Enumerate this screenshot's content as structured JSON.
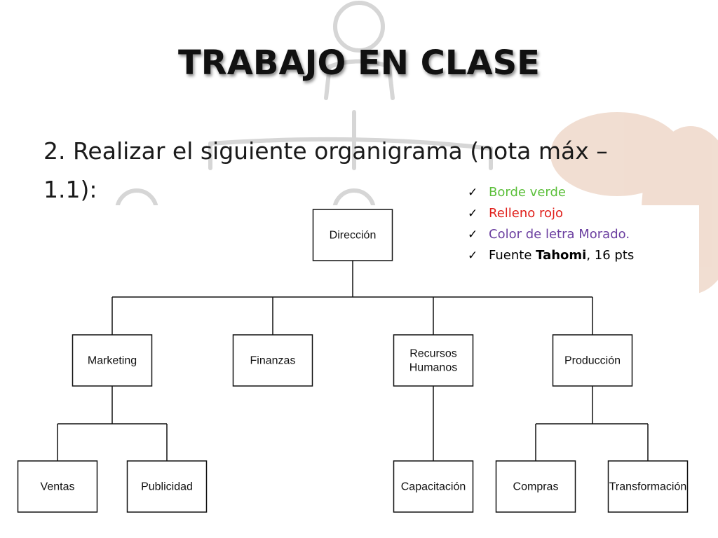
{
  "slide": {
    "title": "TRABAJO EN CLASE",
    "instruction_line1": "2. Realizar el siguiente organigrama (nota máx –",
    "instruction_line2": "1.1):"
  },
  "requirements": [
    {
      "text": "Borde verde",
      "color": "#5bbf3a"
    },
    {
      "text": "Relleno rojo",
      "color": "#e0201b"
    },
    {
      "text": "Color de letra Morado.",
      "color": "#6b3fa0"
    },
    {
      "prefix": "Fuente ",
      "highlight": "Tahomi",
      "suffix": ", 16 pts",
      "color": "#1a1a1a"
    }
  ],
  "org_chart": {
    "root": "Dirección",
    "departments": [
      {
        "name": "Marketing",
        "children": [
          "Ventas",
          "Publicidad"
        ]
      },
      {
        "name": "Finanzas",
        "children": []
      },
      {
        "name": "Recursos Humanos",
        "children": [
          "Capacitación"
        ]
      },
      {
        "name": "Producción",
        "children": [
          "Compras",
          "Transformación"
        ]
      }
    ]
  }
}
